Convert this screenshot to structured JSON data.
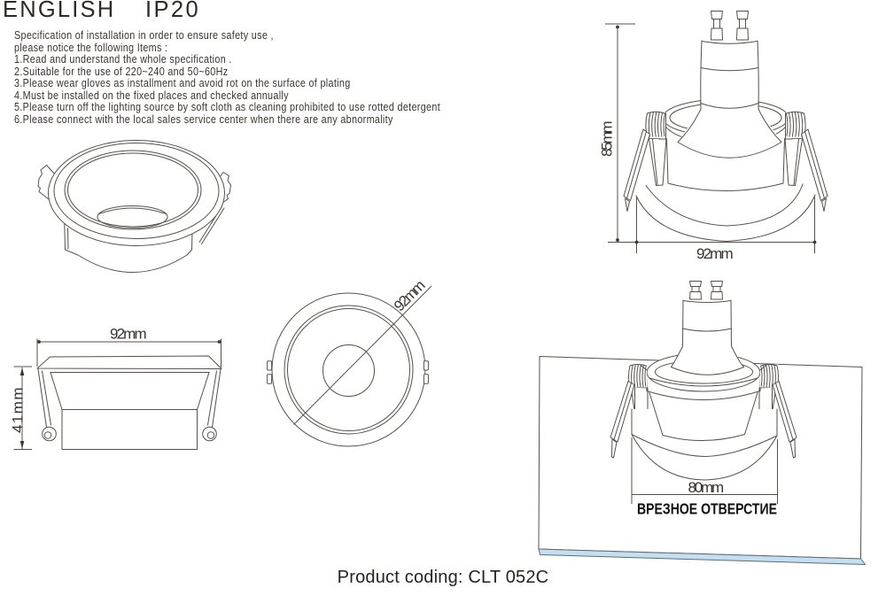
{
  "header": {
    "language": "ENGLISH",
    "ip_rating": "IP20"
  },
  "spec": {
    "intro_line1": "Specification of installation in order to ensure safety use ,",
    "intro_line2": "please notice the following Items :",
    "items": [
      "1.Read and understand the whole specification .",
      "2.Suitable for the use of 220~240 and 50~60Hz",
      "3.Please wear gloves as installment and avoid rot on the surface of plating",
      "4.Must be installed on the fixed places and checked annually",
      "5.Please turn off the lighting source by soft cloth as cleaning prohibited to use rotted detergent",
      "6.Please connect with the local sales service center when there are any abnormality"
    ]
  },
  "dimensions": {
    "front_height": "85mm",
    "front_width": "92mm",
    "side_width": "92mm",
    "side_height": "41mm",
    "top_diameter": "92mm",
    "cutout_width": "80mm",
    "cutout_label": "ВРЕЗНОЕ ОТВЕРСТИЕ"
  },
  "footer": {
    "product_coding": "Product coding: CLT 052C"
  },
  "colors": {
    "line": "#57504a",
    "text": "#2a2522",
    "panel_edge_fill": "#c5dff0",
    "panel_edge_stroke": "#5d6c77"
  }
}
